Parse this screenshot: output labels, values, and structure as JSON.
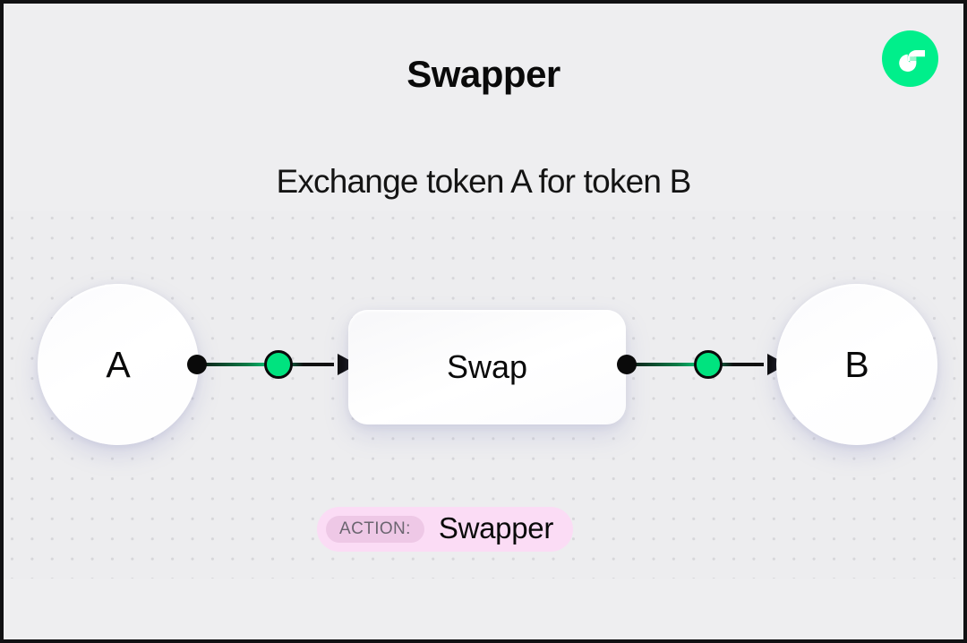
{
  "header": {
    "title": "Swapper",
    "subtitle": "Exchange token A for token B",
    "logo_icon": "flow-logo-icon",
    "logo_color": "#00EF8B"
  },
  "diagram": {
    "nodes": [
      {
        "id": "token-a",
        "label": "A",
        "type": "token-circle"
      },
      {
        "id": "swap",
        "label": "Swap",
        "type": "process-box"
      },
      {
        "id": "token-b",
        "label": "B",
        "type": "token-circle"
      }
    ],
    "edges": [
      {
        "id": "edge-a-swap",
        "from": "token-a",
        "to": "swap",
        "marker_color": "#00E37F"
      },
      {
        "id": "edge-swap-b",
        "from": "swap",
        "to": "token-b",
        "marker_color": "#00E37F"
      }
    ],
    "grid": "dot-grid"
  },
  "action_badge": {
    "tag": "ACTION:",
    "value": "Swapper",
    "background_color": "#FBDCF5",
    "tag_background_color": "#EEC8E6"
  }
}
